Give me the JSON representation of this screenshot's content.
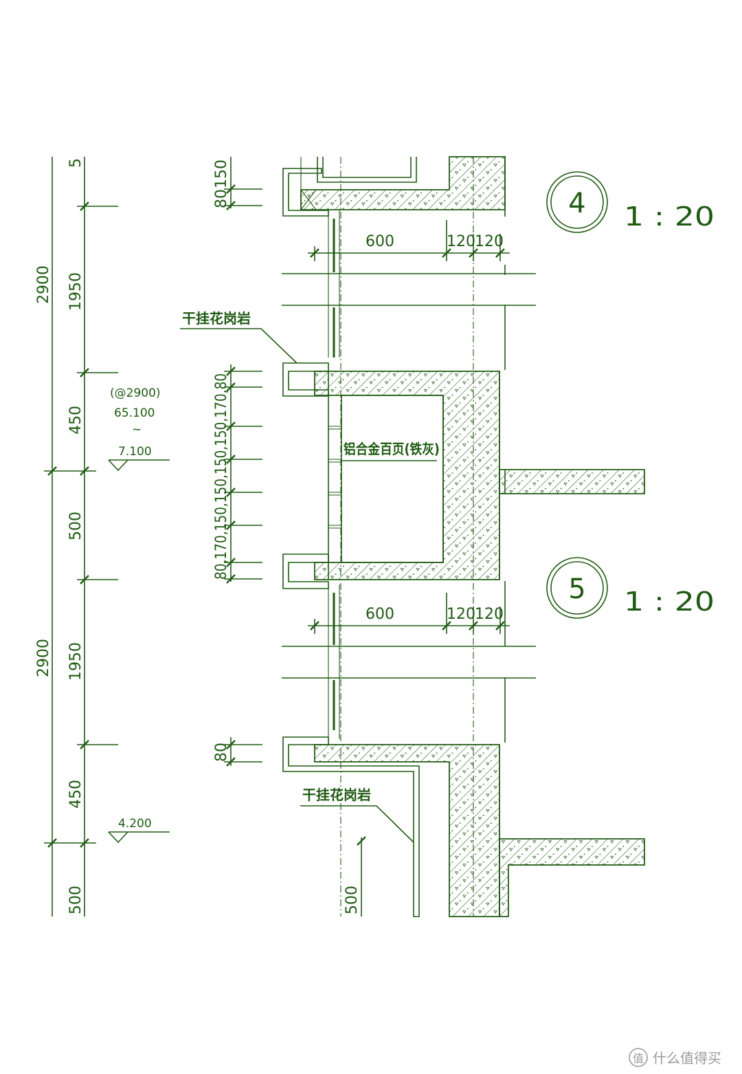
{
  "dims_outer": {
    "upper": "2900",
    "lower": "2900"
  },
  "dims_inner": {
    "top": "5",
    "d1": "1950",
    "d2": "450",
    "d3": "500",
    "d4": "1950",
    "d5": "450",
    "d6": "500"
  },
  "levels": {
    "typical": "(@2900)",
    "upper": "65.100",
    "tilde": "~",
    "lower1": "7.100",
    "lower2": "4.200"
  },
  "dims_section": {
    "top_a": "80",
    "top_b": "150",
    "mid_stack": "80,170,150,150,150,150,170,80",
    "bottom": "80",
    "lower_500": "500"
  },
  "horizontal_dims": {
    "w1": "600",
    "w2": "120",
    "w3": "120"
  },
  "labels": {
    "granite_1": "干挂花岗岩",
    "louver": "铝合金百页(铁灰)",
    "granite_2": "干挂花岗岩"
  },
  "details": [
    {
      "number": "4",
      "scale": "1 : 20"
    },
    {
      "number": "5",
      "scale": "1 : 20"
    }
  ],
  "watermark": {
    "icon": "zhi-logo-icon",
    "text": "什么值得买"
  },
  "colors": {
    "line": "#1f5a12",
    "background": "#ffffff"
  }
}
